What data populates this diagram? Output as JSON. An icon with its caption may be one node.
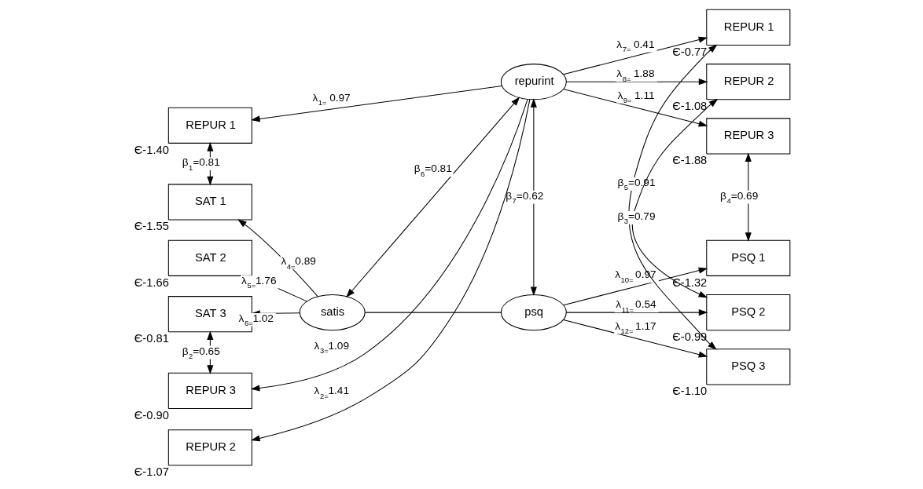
{
  "diagram": {
    "nodes": [
      {
        "text": [
          "REPUR 1"
        ],
        "beside": [
          "Є-1.40"
        ]
      },
      {
        "text": [
          "REPUR 2"
        ],
        "beside": [
          "Є-1.07"
        ]
      },
      {
        "text": [
          "REPUR 3"
        ],
        "beside": [
          "Є-0.90"
        ]
      },
      {
        "text": [
          "SAT 1"
        ],
        "beside": [
          "Є-1.55"
        ]
      },
      {
        "text": [
          "SAT 2"
        ],
        "beside": [
          "Є-1.66"
        ]
      },
      {
        "text": [
          "SAT 3"
        ],
        "beside": [
          "Є-0.81"
        ]
      },
      {
        "text": [
          "satis"
        ]
      },
      {
        "text": [
          "psq"
        ]
      },
      {
        "text": [
          "repurint"
        ]
      },
      {
        "text": [
          "REPUR 1"
        ],
        "beside": [
          "Є-0.77"
        ]
      },
      {
        "text": [
          "REPUR 2"
        ],
        "beside": [
          "Є-1.08"
        ]
      },
      {
        "text": [
          "REPUR 3"
        ],
        "beside": [
          "Є-1.88"
        ]
      },
      {
        "text": [
          "PSQ 1"
        ],
        "beside": [
          "Є-1.32"
        ]
      },
      {
        "text": [
          "PSQ 2"
        ],
        "beside": [
          "Є-0.99"
        ]
      },
      {
        "text": [
          "PSQ 3"
        ],
        "beside": [
          "Є-1.10"
        ]
      }
    ],
    "edges": [
      {
        "from": 8,
        "to": 0,
        "arrow": "to",
        "label": "λ$_{1=}$ 0.97"
      },
      {
        "from": 8,
        "to": 1,
        "arrow": "to",
        "label": "λ$_{2=}$1.41"
      },
      {
        "from": 8,
        "to": 2,
        "arrow": "to",
        "label": "λ$_{3=}$1.09"
      },
      {
        "from": 6,
        "to": 3,
        "arrow": "to",
        "label": "λ$_{4=}$0.89"
      },
      {
        "from": 6,
        "to": 4,
        "arrow": "to",
        "label": "λ$_{5=}$1.76"
      },
      {
        "from": 6,
        "to": 5,
        "arrow": "to",
        "label": "λ$_{6=}$1.02"
      },
      {
        "from": 8,
        "to": 9,
        "arrow": "to",
        "label": "λ$_{7=}$ 0.41"
      },
      {
        "from": 8,
        "to": 10,
        "arrow": "to",
        "label": "λ$_{8=}$ 1.88"
      },
      {
        "from": 8,
        "to": 11,
        "arrow": "to",
        "label": "λ$_{9=}$ 1.11"
      },
      {
        "from": 7,
        "to": 12,
        "arrow": "to",
        "label": "λ$_{10=}$ 0.97"
      },
      {
        "from": 7,
        "to": 13,
        "arrow": "to",
        "label": "λ$_{11=}$ 0.54"
      },
      {
        "from": 7,
        "to": 14,
        "arrow": "to",
        "label": "λ$_{12=}$ 1.17"
      },
      {
        "from": 6,
        "to": 7,
        "arrow": "none"
      },
      {
        "from": 6,
        "to": 8,
        "arrow": "both",
        "label": "β$_{6}$=0.81"
      },
      {
        "from": 7,
        "to": 8,
        "arrow": "both",
        "label": "β$_{7}$=0.62"
      },
      {
        "from": 0,
        "to": 3,
        "arrow": "both",
        "label": "β$_{1}$=0.81"
      },
      {
        "from": 2,
        "to": 5,
        "arrow": "both",
        "label": "β$_{2}$=0.65"
      },
      {
        "from": 10,
        "to": 13,
        "arrow": "both",
        "label": "β$_{3}$=0.79"
      },
      {
        "from": 11,
        "to": 12,
        "arrow": "both",
        "label": "β$_{4}$=0.69"
      },
      {
        "from": 9,
        "to": 14,
        "arrow": "both",
        "label": "β$_{5}$=0.91"
      }
    ]
  }
}
